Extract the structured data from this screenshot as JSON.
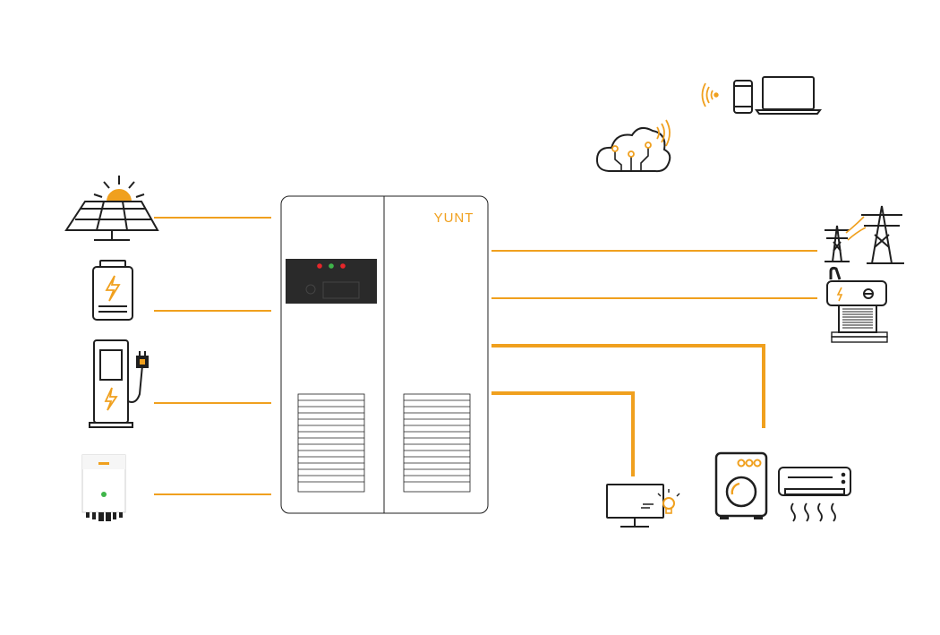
{
  "brand": {
    "name": "YUNT"
  },
  "colors": {
    "accent": "#f0a01e",
    "line": "#1f1f1f",
    "panel": "#2a2a2a",
    "led_red": "#e8262a",
    "led_green": "#3fb54a"
  },
  "nodes": {
    "left": [
      "solar-panel-icon",
      "battery-icon",
      "ev-charger-icon",
      "hybrid-inverter-icon"
    ],
    "right": [
      "power-grid-icon",
      "diesel-generator-icon",
      "washing-machine-icon",
      "air-conditioner-icon",
      "monitor-lamp-icon"
    ],
    "top": [
      "cloud-network-icon",
      "smartphone-icon",
      "laptop-icon"
    ]
  },
  "cabinet": {
    "indicators": [
      "red",
      "green",
      "red"
    ]
  }
}
